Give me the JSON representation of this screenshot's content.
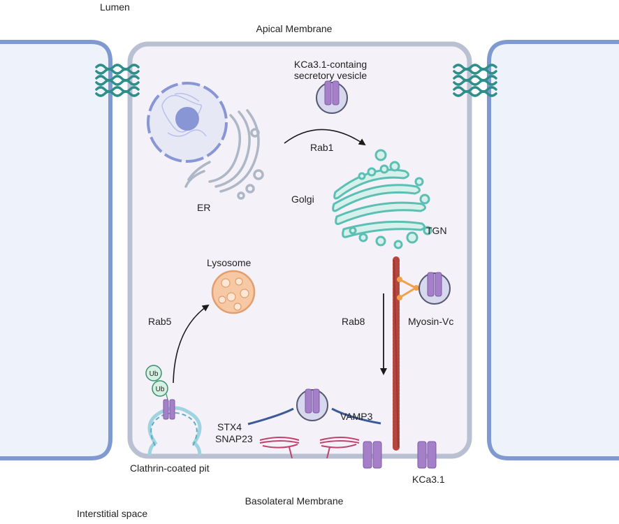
{
  "labels": {
    "lumen": "Lumen",
    "apical": "Apical Membrane",
    "basolateral": "Basolateral Membrane",
    "interstitial": "Interstitial space",
    "vesicle_line1": "KCa3.1-containg",
    "vesicle_line2": "secretory vesicle",
    "rab1": "Rab1",
    "er": "ER",
    "golgi": "Golgi",
    "tgn": "TGN",
    "lysosome": "Lysosome",
    "rab5": "Rab5",
    "rab8": "Rab8",
    "myosin": "Myosin-Vc",
    "vamp3": "VAMP3",
    "stx4": "STX4",
    "snap23": "SNAP23",
    "clathrin": "Clathrin-coated pit",
    "kca31": "KCa3.1",
    "ub_top": "Ub",
    "ub_bottom": "Ub"
  },
  "colors": {
    "membrane": "#8fa8d6",
    "membrane_dark": "#6f8cc6",
    "cell_fill": "#f4f1f8",
    "neighbor_fill": "#eef3fb",
    "cell_outline": "#b9c0d2",
    "channel": "#a580c8",
    "channel_dark": "#7d5aa6",
    "golgi": "#5bbfb3",
    "golgi_fill": "#d6f0ec",
    "er_nucleus": "#8896d6",
    "lysosome": "#f0b48a",
    "actin": "#b5453f",
    "myosin": "#f2a14a",
    "snare": "#c0436c",
    "tight_junction": "#2e8f8a",
    "arrow": "#1a1a1a"
  }
}
